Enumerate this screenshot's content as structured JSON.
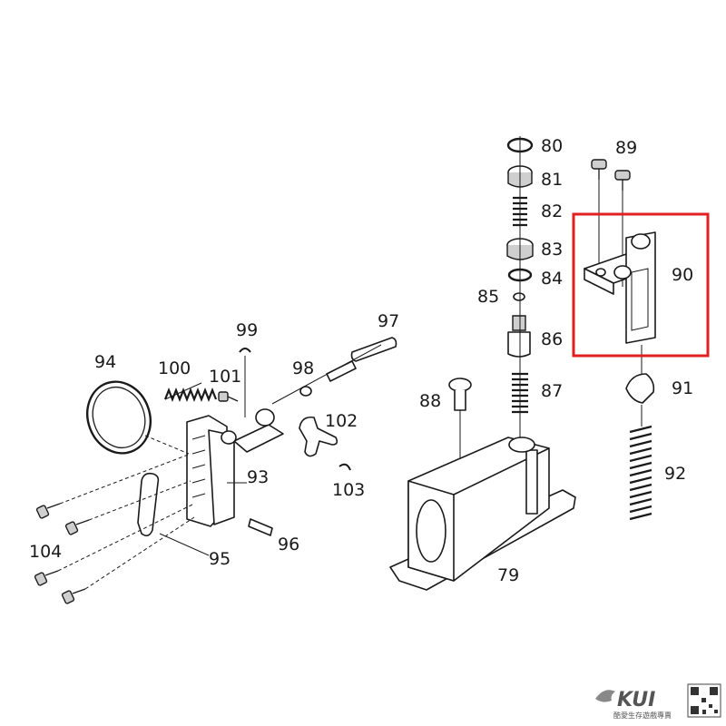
{
  "parts": {
    "p79": "79",
    "p80": "80",
    "p81": "81",
    "p82": "82",
    "p83": "83",
    "p84": "84",
    "p85": "85",
    "p86": "86",
    "p87": "87",
    "p88": "88",
    "p89": "89",
    "p90": "90",
    "p91": "91",
    "p92": "92",
    "p93": "93",
    "p94": "94",
    "p95": "95",
    "p96": "96",
    "p97": "97",
    "p98": "98",
    "p99": "99",
    "p100": "100",
    "p101": "101",
    "p102": "102",
    "p103": "103",
    "p104": "104"
  },
  "highlight": {
    "part": "90",
    "color": "#e02020"
  },
  "watermark": {
    "brand": "KUI",
    "tagline": "酷愛生存遊戲專賣"
  }
}
